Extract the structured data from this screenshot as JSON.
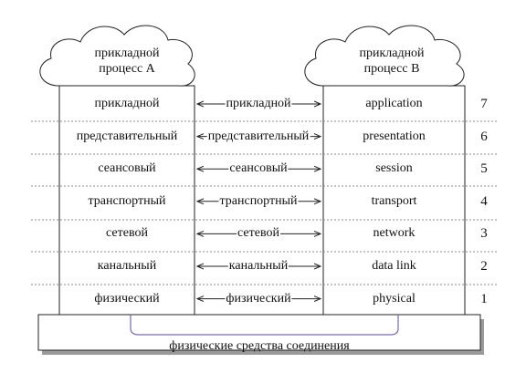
{
  "process_a": {
    "line1": "прикладной",
    "line2": "процесс A"
  },
  "process_b": {
    "line1": "прикладной",
    "line2": "процесс B"
  },
  "layers": [
    {
      "ru": "прикладной",
      "protocol": "прикладной",
      "en": "application",
      "num": "7"
    },
    {
      "ru": "представительный",
      "protocol": "представительный",
      "en": "presentation",
      "num": "6"
    },
    {
      "ru": "сеансовый",
      "protocol": "сеансовый",
      "en": "session",
      "num": "5"
    },
    {
      "ru": "транспортный",
      "protocol": "транспортный",
      "en": "transport",
      "num": "4"
    },
    {
      "ru": "сетевой",
      "protocol": "сетевой",
      "en": "network",
      "num": "3"
    },
    {
      "ru": "канальный",
      "protocol": "канальный",
      "en": "data link",
      "num": "2"
    },
    {
      "ru": "физический",
      "protocol": "физический",
      "en": "physical",
      "num": "1"
    }
  ],
  "physical_media": "физические средства соединения",
  "colors": {
    "line": "#222222",
    "dash": "#888888",
    "shadow": "#9a9a9a",
    "brace": "#7a6aa8"
  }
}
